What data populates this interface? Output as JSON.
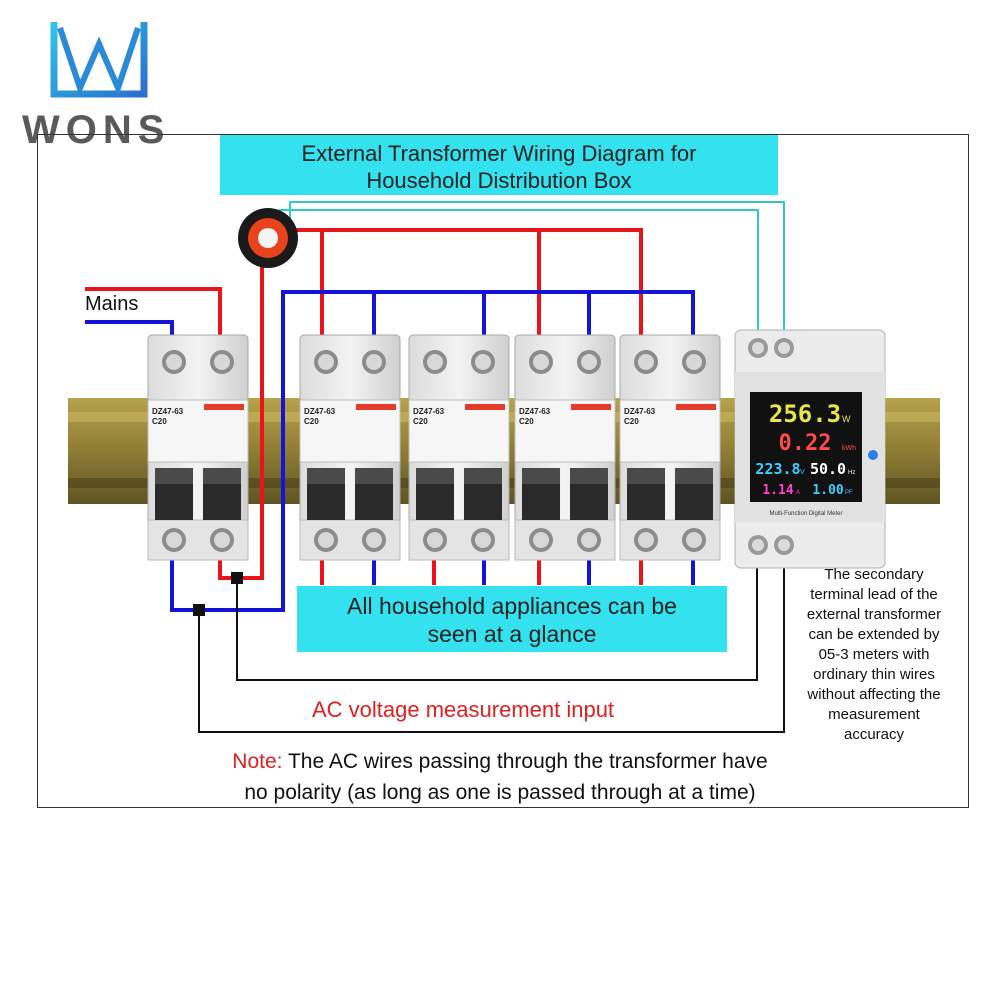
{
  "logo": {
    "text": "WONS",
    "icon": "wons-w-logo-icon"
  },
  "title": "External Transformer Wiring Diagram for Household Distribution Box",
  "title_lines": [
    "External Transformer Wiring Diagram for",
    "Household Distribution Box"
  ],
  "mains_label": "Mains",
  "appliances_lines": [
    "All household appliances can be",
    "seen at a glance"
  ],
  "ac_input_label": "AC voltage measurement input",
  "note": {
    "key": "Note:",
    "line1": " The AC wires passing through the transformer have",
    "line2": "no polarity (as long as one is passed through at a time)"
  },
  "side_note_lines": [
    "The secondary",
    "terminal lead of the",
    "external transformer",
    "can be extended by",
    "05-3 meters with",
    "ordinary thin wires",
    "without affecting the",
    "measurement",
    "accuracy"
  ],
  "breaker": {
    "model": "DZ47-63",
    "rating": "C20"
  },
  "meter": {
    "power": "256.3",
    "power_unit": "W",
    "energy": "0.22",
    "energy_unit": "kWh",
    "voltage": "223.8",
    "voltage_unit": "V",
    "frequency": "50.0",
    "frequency_unit": "Hz",
    "current": "1.14",
    "current_unit": "A",
    "power_factor": "1.00",
    "power_factor_unit": "PF",
    "caption": "Multi-Function Digital Meter"
  },
  "colors": {
    "live_wire": "#e8141a",
    "neutral_wire": "#1414d8",
    "signal_wire": "#33c9c0",
    "box_fill": "#33e1ef",
    "accent_red": "#e02020"
  }
}
